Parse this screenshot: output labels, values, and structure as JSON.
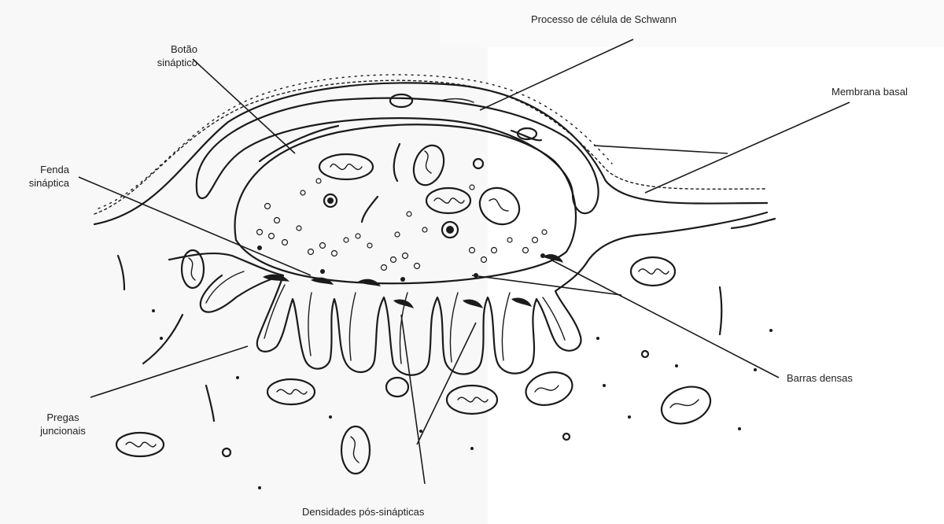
{
  "diagram": {
    "labels": {
      "schwann": "Processo de célula de Schwann",
      "membrana": "Membrana basal",
      "botao": [
        "Botão",
        "sináptico"
      ],
      "fenda": [
        "Fenda",
        "sináptica"
      ],
      "barras": "Barras densas",
      "pregas": [
        "Pregas",
        "juncionais"
      ],
      "densidades": "Densidades pós-sinápticas"
    }
  }
}
